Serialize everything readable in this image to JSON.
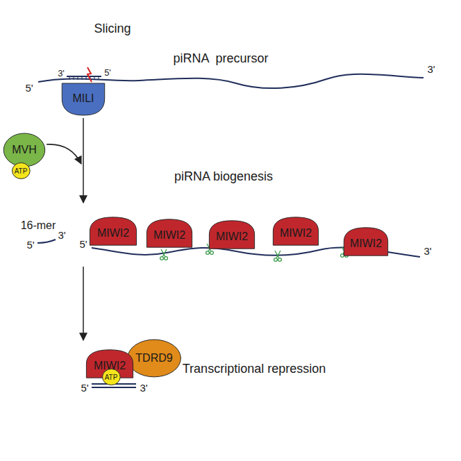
{
  "diagram": {
    "nodes": [
      {
        "text": [
          "MILI"
        ]
      },
      {
        "text": [
          "MVH"
        ]
      },
      {
        "text": [
          "ATP"
        ]
      },
      {
        "text": [
          "MIWI2"
        ]
      },
      {
        "text": [
          "MIWI2"
        ]
      },
      {
        "text": [
          "MIWI2"
        ]
      },
      {
        "text": [
          "MIWI2"
        ]
      },
      {
        "text": [
          "MIWI2"
        ]
      },
      {
        "text": [
          "MIWI2"
        ]
      },
      {
        "text": [
          "TDRD9"
        ]
      },
      {
        "text": [
          "ATP"
        ]
      }
    ],
    "labels": [
      "Slicing",
      "piRNA  precursor",
      "5'",
      "3'",
      "3'",
      "5'",
      "piRNA biogenesis",
      "16-mer",
      "5'",
      "3'",
      "5'",
      "3'",
      "Transcriptional repression",
      "5'",
      "3'"
    ]
  }
}
